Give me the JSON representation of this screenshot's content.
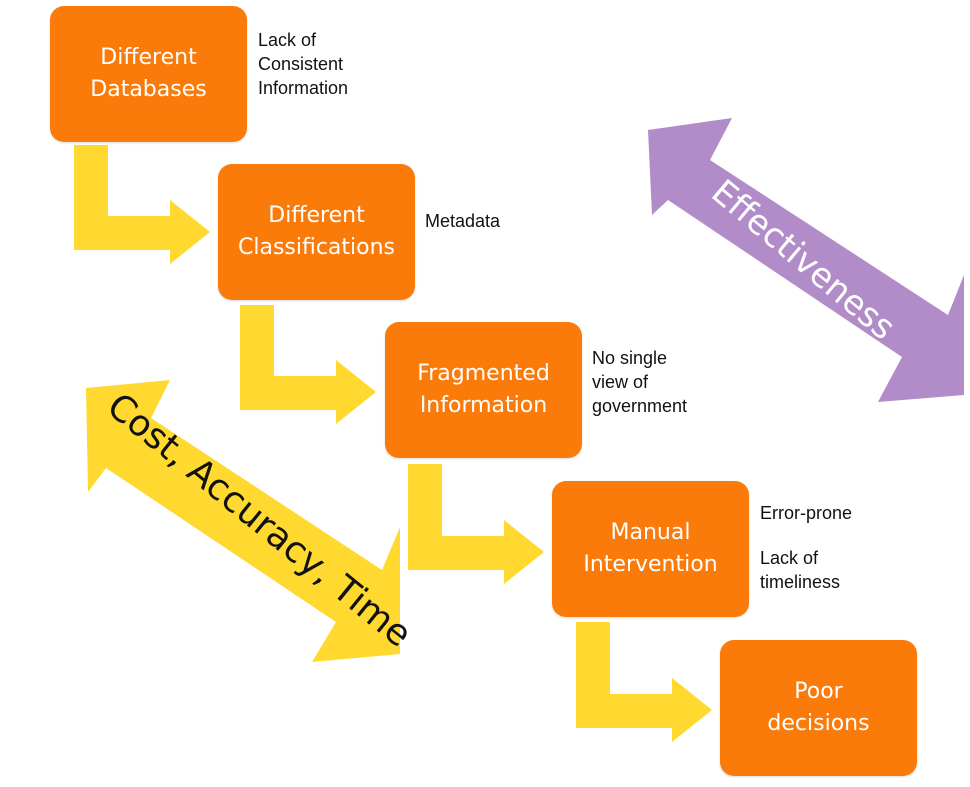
{
  "steps": [
    {
      "line1": "Different",
      "line2": "Databases",
      "note": "Lack of\nConsistent\nInformation"
    },
    {
      "line1": "Different",
      "line2": "Classifications",
      "note": "Metadata"
    },
    {
      "line1": "Fragmented",
      "line2": "Information",
      "note": "No single\nview of\ngovernment"
    },
    {
      "line1": "Manual",
      "line2": "Intervention",
      "note": "Error-prone"
    },
    {
      "line1": "Poor",
      "line2": "decisions"
    }
  ],
  "extra_note": "Lack of\ntimeliness",
  "arrows": {
    "effectiveness": "Effectiveness",
    "cost": "Cost, Accuracy, Time"
  },
  "colors": {
    "box": "#fb7b0a",
    "connector": "#ffd92f",
    "effectiveness": "#b18cc8",
    "cost": "#ffd92f"
  }
}
